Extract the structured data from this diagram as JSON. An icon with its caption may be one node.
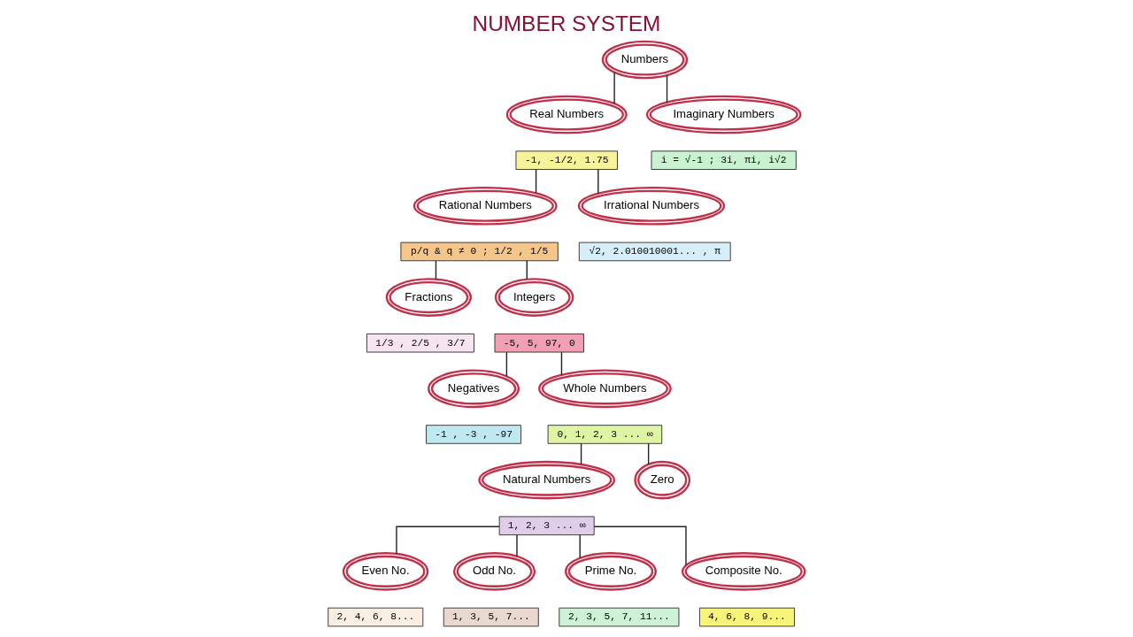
{
  "diagram": {
    "title": "NUMBER SYSTEM",
    "nodes": [
      {
        "text": [
          "Numbers"
        ]
      },
      {
        "text": [
          "Real Numbers"
        ]
      },
      {
        "text": [
          "Imaginary Numbers"
        ]
      },
      {
        "text": [
          "-1, -1/2, 1.75"
        ]
      },
      {
        "text": [
          "i = √-1 ; 3i, πi, i√2"
        ]
      },
      {
        "text": [
          "Rational Numbers"
        ]
      },
      {
        "text": [
          "Irrational Numbers"
        ]
      },
      {
        "text": [
          "p/q & q ≠ 0 ; 1/2 , 1/5"
        ]
      },
      {
        "text": [
          "√2, 2.010010001... , π"
        ]
      },
      {
        "text": [
          "Fractions"
        ]
      },
      {
        "text": [
          "Integers"
        ]
      },
      {
        "text": [
          "1/3 , 2/5 , 3/7"
        ]
      },
      {
        "text": [
          "-5, 5, 97, 0"
        ]
      },
      {
        "text": [
          "Negatives"
        ]
      },
      {
        "text": [
          "Whole Numbers"
        ]
      },
      {
        "text": [
          "-1 , -3 , -97"
        ]
      },
      {
        "text": [
          "0, 1, 2, 3 ... ∞"
        ]
      },
      {
        "text": [
          "Natural Numbers"
        ]
      },
      {
        "text": [
          "Zero"
        ]
      },
      {
        "text": [
          "1, 2, 3 ... ∞"
        ]
      },
      {
        "text": [
          "Even No."
        ]
      },
      {
        "text": [
          "Odd No."
        ]
      },
      {
        "text": [
          "Prime No."
        ]
      },
      {
        "text": [
          "Composite No."
        ]
      },
      {
        "text": [
          "2, 4, 6, 8..."
        ]
      },
      {
        "text": [
          "1, 3, 5, 7..."
        ]
      },
      {
        "text": [
          "2, 3, 5, 7, 11..."
        ]
      },
      {
        "text": [
          "4, 6, 8, 9..."
        ]
      }
    ],
    "edges": [
      {
        "from": 0,
        "to": 1,
        "arrow": "none"
      },
      {
        "from": 0,
        "to": 2,
        "arrow": "none"
      },
      {
        "from": 3,
        "to": 5,
        "arrow": "none"
      },
      {
        "from": 3,
        "to": 6,
        "arrow": "none"
      },
      {
        "from": 7,
        "to": 9,
        "arrow": "none"
      },
      {
        "from": 7,
        "to": 10,
        "arrow": "none"
      },
      {
        "from": 12,
        "to": 13,
        "arrow": "none"
      },
      {
        "from": 12,
        "to": 14,
        "arrow": "none"
      },
      {
        "from": 16,
        "to": 17,
        "arrow": "none"
      },
      {
        "from": 16,
        "to": 18,
        "arrow": "none"
      },
      {
        "from": 19,
        "to": 20,
        "arrow": "none"
      },
      {
        "from": 19,
        "to": 21,
        "arrow": "none"
      },
      {
        "from": 19,
        "to": 22,
        "arrow": "none"
      },
      {
        "from": 19,
        "to": 23,
        "arrow": "none"
      }
    ]
  }
}
